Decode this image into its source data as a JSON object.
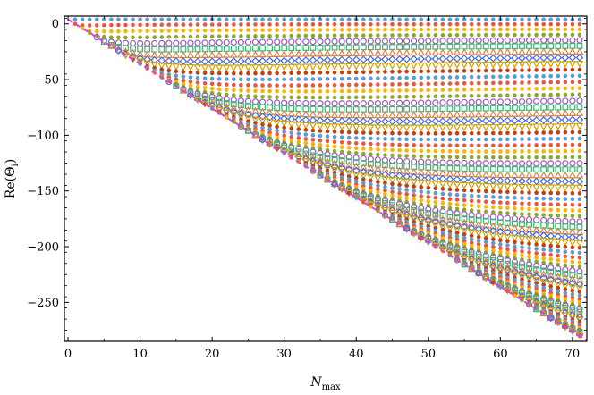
{
  "chart_data": {
    "type": "scatter",
    "title": "",
    "xlabel": "N",
    "xlabel_sub": "max",
    "ylabel": "Re(Θ",
    "ylabel_sub": "i",
    "ylabel_close": ")",
    "xlim": [
      -0.5,
      72
    ],
    "ylim": [
      -285,
      7
    ],
    "xticks": [
      0,
      10,
      20,
      30,
      40,
      50,
      60,
      70
    ],
    "yticks": [
      0,
      -50,
      -100,
      -150,
      -200,
      -250
    ],
    "grid": false,
    "legend": "none",
    "n_max_values": [
      1,
      2,
      3,
      4,
      5,
      6,
      7,
      8,
      9,
      10,
      11,
      12,
      13,
      14,
      15,
      16,
      17,
      18,
      19,
      20,
      21,
      22,
      23,
      24,
      25,
      26,
      27,
      28,
      29,
      30,
      31,
      32,
      33,
      34,
      35,
      36,
      37,
      38,
      39,
      40,
      41,
      42,
      43,
      44,
      45,
      46,
      47,
      48,
      49,
      50,
      51,
      52,
      53,
      54,
      55,
      56,
      57,
      58,
      59,
      60,
      61,
      62,
      63,
      64,
      65,
      66,
      67,
      68,
      69,
      70,
      71
    ],
    "series_count": 72,
    "series_offset": 4,
    "series_slope": -4,
    "lower_envelope": {
      "x": [
        0,
        72
      ],
      "y": [
        4,
        -284
      ],
      "style": "dashed",
      "color": "#e040e0"
    },
    "palette": [
      "#5b9bd5",
      "#e9573f",
      "#ffb300",
      "#8aa82c",
      "#9a5bb5",
      "#3cb371",
      "#e08040",
      "#4169e1",
      "#d4a000",
      "#c2410c"
    ],
    "marker_shapes": [
      "dot",
      "dot",
      "dot",
      "dot",
      "circle",
      "square",
      "triangle",
      "diamond",
      "triangle-down",
      "dot"
    ]
  }
}
